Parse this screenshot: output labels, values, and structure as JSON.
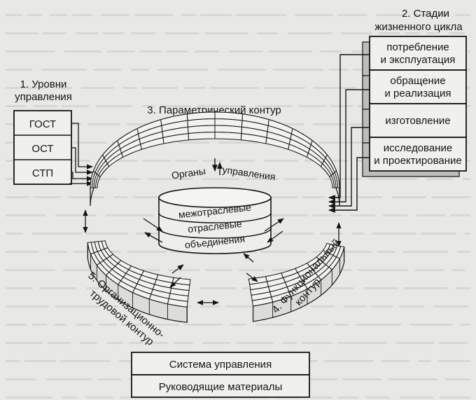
{
  "levels": {
    "title_lines": [
      "1. Уровни",
      "управления"
    ],
    "items": [
      "ГОСТ",
      "ОСТ",
      "СТП"
    ]
  },
  "lifecycle": {
    "title_lines": [
      "2. Стадии",
      "жизненного цикла"
    ],
    "stages": [
      [
        "потребление",
        "и эксплуатация"
      ],
      [
        "обращение",
        "и реализация"
      ],
      [
        "изготовление"
      ],
      [
        "исследование",
        "и проектирование"
      ]
    ]
  },
  "parametric": {
    "title": "3. Параметрический контур",
    "organs_left": "Органы",
    "organs_right": "управления",
    "center_lines": [
      "межотраслевые",
      "отраслевые",
      "объединения"
    ]
  },
  "functional": {
    "title_lines": [
      "4. Функциональный",
      "контур"
    ]
  },
  "organizational": {
    "title_lines": [
      "5. Организационно-",
      "трудовой контур"
    ]
  },
  "bottom": {
    "system": "Система управления",
    "materials": "Руководящие материалы"
  },
  "colors": {
    "ink": "#141414",
    "paper": "#e8e8e6",
    "cell": "#f2f2f0",
    "shadow": "#bdbdbb"
  }
}
